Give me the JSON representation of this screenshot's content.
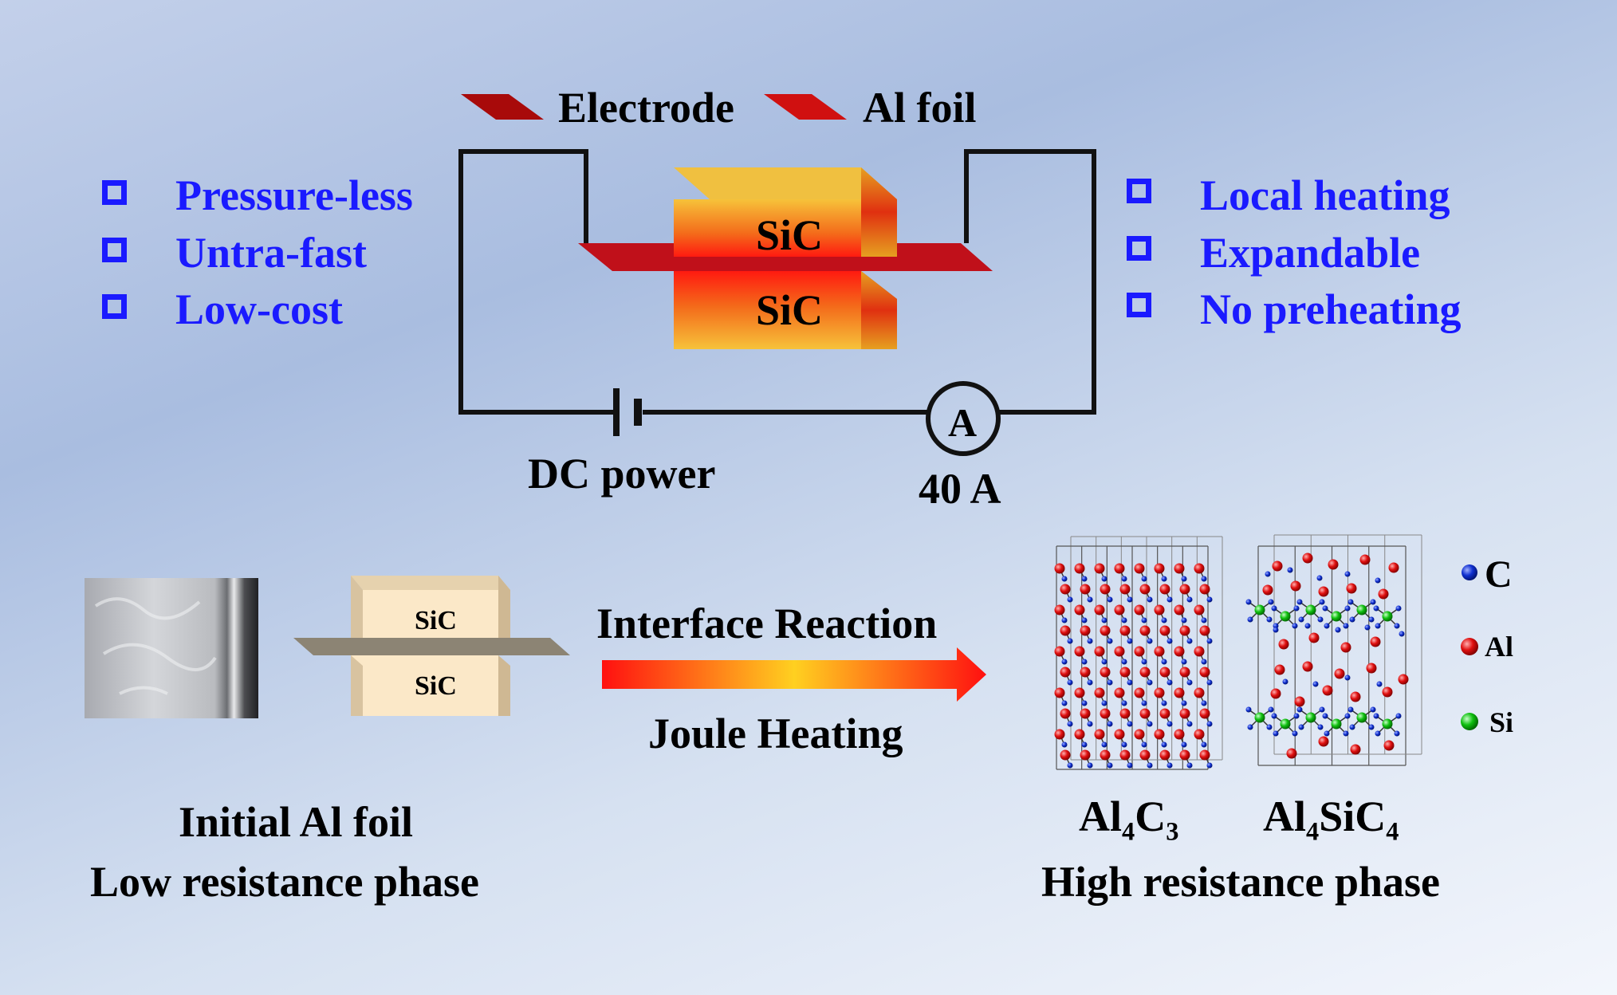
{
  "legend": {
    "electrode": "Electrode",
    "al_foil": "Al foil"
  },
  "features_left": [
    "Pressure-less",
    "Untra-fast",
    "Low-cost"
  ],
  "features_right": [
    "Local heating",
    "Expandable",
    "No preheating"
  ],
  "circuit": {
    "block_top": "SiC",
    "block_bottom": "SiC",
    "power_label": "DC power",
    "ammeter_symbol": "A",
    "current": "40 A"
  },
  "initial": {
    "block_top": "SiC",
    "block_bottom": "SiC",
    "caption_line1": "Initial Al foil",
    "caption_line2": "Low resistance phase"
  },
  "process": {
    "top": "Interface Reaction",
    "bottom": "Joule Heating"
  },
  "products": {
    "phase1": {
      "base1": "Al",
      "sub1": "4",
      "base2": "C",
      "sub2": "3"
    },
    "phase2": {
      "base1": "Al",
      "sub1": "4",
      "base2": "SiC",
      "sub2": "4"
    },
    "caption": "High resistance phase"
  },
  "atoms": [
    {
      "label": "C",
      "color": "#1030d0"
    },
    {
      "label": "Al",
      "color": "#e01010"
    },
    {
      "label": "Si",
      "color": "#10c010"
    }
  ],
  "colors": {
    "feature_text": "#1a1aff",
    "electrode": "#a80a0a",
    "al_foil": "#d01010"
  }
}
